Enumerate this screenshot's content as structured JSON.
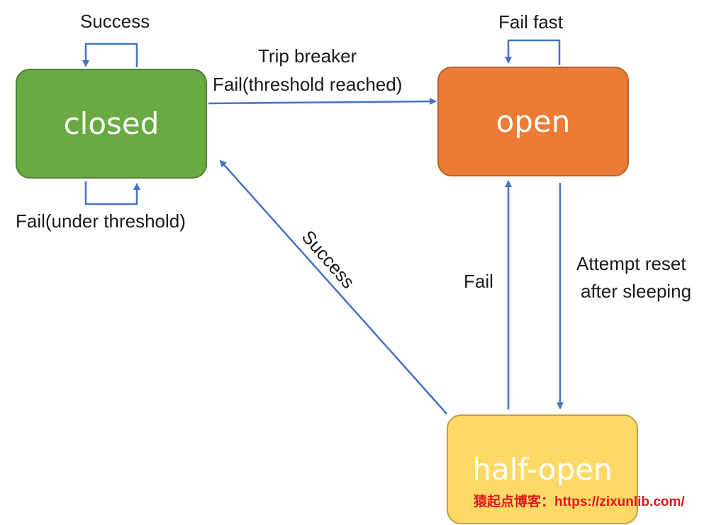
{
  "states": {
    "closed": {
      "label": "closed",
      "color": "#6aaa42"
    },
    "open": {
      "label": "open",
      "color": "#ec7b35"
    },
    "half_open": {
      "label": "half-open",
      "color": "#fed966"
    }
  },
  "edges": {
    "closed_self_success": "Success",
    "closed_self_fail": "Fail(under threshold)",
    "closed_to_open_line1": "Trip breaker",
    "closed_to_open_line2": "Fail(threshold reached)",
    "open_self": "Fail fast",
    "half_open_to_closed": "Success",
    "half_open_to_open": "Fail",
    "open_to_half_open_line1": "Attempt reset",
    "open_to_half_open_line2": "after sleeping"
  },
  "arrow_color": "#4472c4",
  "watermark": "猿起点博客：https://zixunlib.com/"
}
